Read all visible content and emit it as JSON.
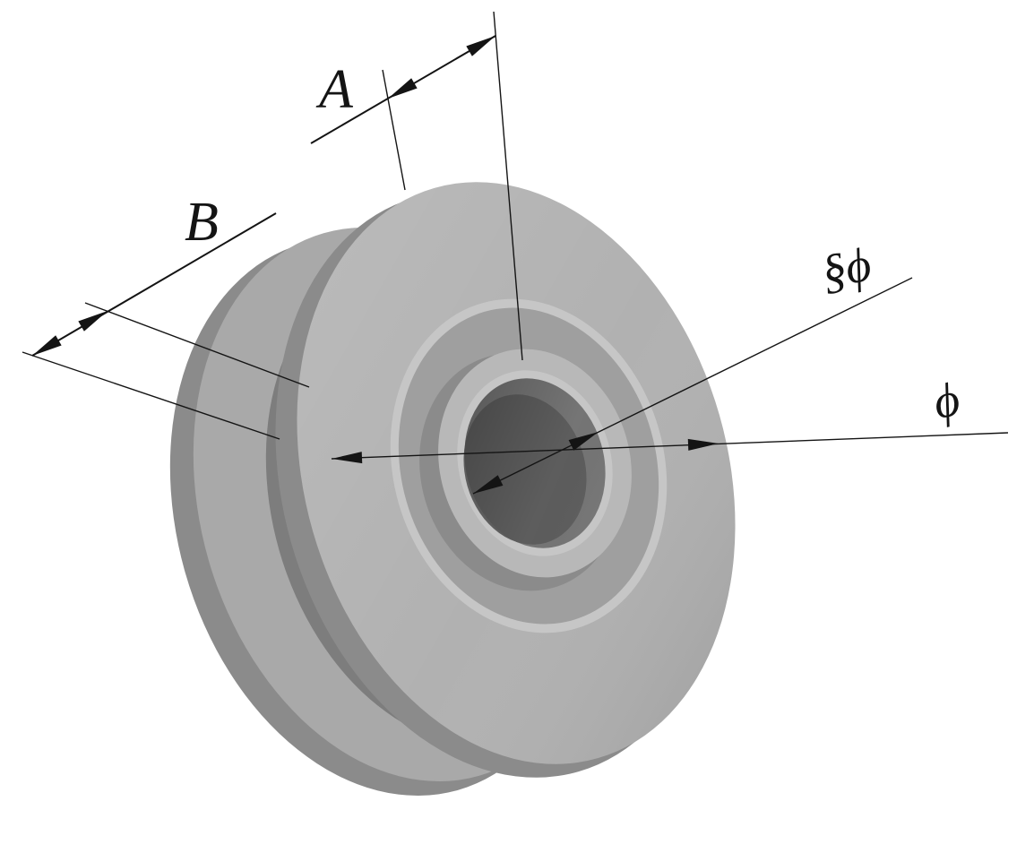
{
  "drawing": {
    "title": "pulley-wheel-isometric-dimension-drawing",
    "labels": {
      "width_a": "A",
      "width_b": "B",
      "bore_diameter": "§ϕ",
      "outer_diameter": "ϕ"
    },
    "colors": {
      "background": "#ffffff",
      "line": "#141414",
      "flange_face": "#b1b1b1",
      "rear_face": "#a9a9a9",
      "rim_side": "#8b8b8b",
      "groove": "#7d7d7d",
      "ring_chamfer": "#c6c6c6",
      "ring_recess": "#9f9f9f",
      "hub_face": "#b8b8b8",
      "bore": "#757575",
      "bore_wall": "#5d5d5d"
    }
  }
}
